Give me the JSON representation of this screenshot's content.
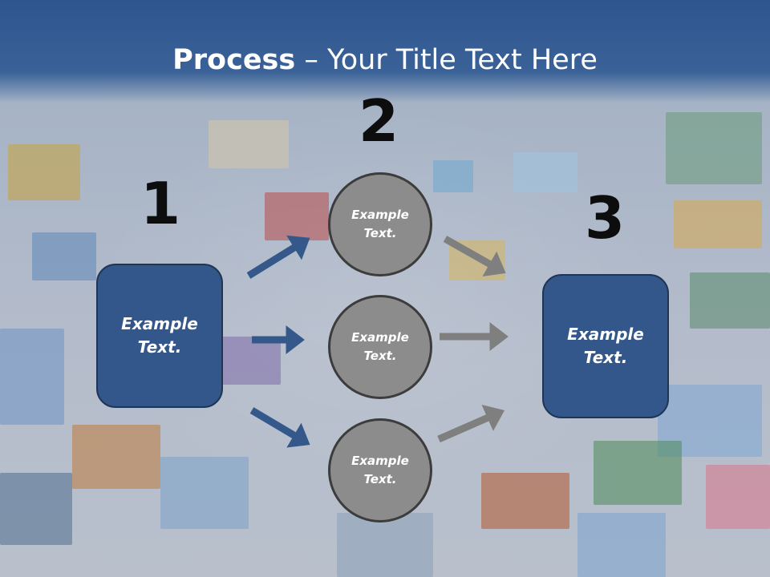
{
  "header": {
    "title_bold": "Process",
    "title_rest": " – Your Title Text Here"
  },
  "steps": {
    "one": "1",
    "two": "2",
    "three": "3"
  },
  "left_box": {
    "line1": "Example",
    "line2": "Text."
  },
  "circles": [
    {
      "line1": "Example",
      "line2": "Text."
    },
    {
      "line1": "Example",
      "line2": "Text."
    },
    {
      "line1": "Example",
      "line2": "Text."
    }
  ],
  "right_box": {
    "line1": "Example",
    "line2": "Text."
  },
  "colors": {
    "header": "#2e558e",
    "box": "#33578a",
    "circle": "#8c8c8c",
    "blue_arrow": "#35588a",
    "gray_arrow": "#7f7f7f"
  }
}
